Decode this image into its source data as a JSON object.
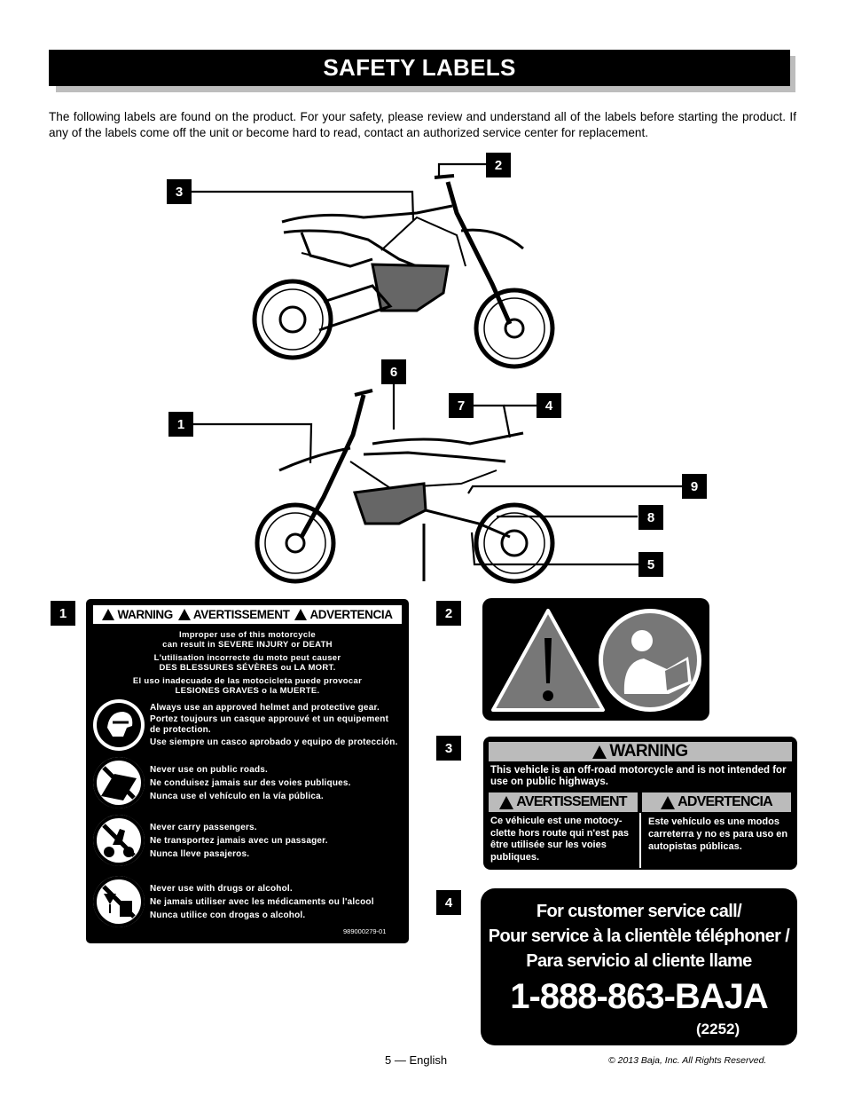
{
  "header": {
    "title": "SAFETY LABELS"
  },
  "intro": "The following labels are found on the product. For your safety, please review and understand all of the labels before starting the product. If any of the labels come off the unit or become hard to read, contact an authorized service center for replacement.",
  "callouts": {
    "top": [
      "3",
      "2"
    ],
    "bottom": [
      "6",
      "1",
      "7",
      "4",
      "9",
      "8",
      "5"
    ]
  },
  "label1": {
    "number": "1",
    "header": {
      "warning": "WARNING",
      "avertissement": "AVERTISSEMENT",
      "advertencia": "ADVERTENCIA"
    },
    "intro_en": [
      "Improper use of this motorcycle",
      "can result in SEVERE INJURY or DEATH"
    ],
    "intro_fr": [
      "L'utilisation incorrecte du moto peut causer",
      "DES BLESSURES SÉVÈRES ou LA MORT."
    ],
    "intro_es": [
      "El uso inadecuado de las motocicleta puede provocar",
      "LESIONES GRAVES o la MUERTE."
    ],
    "items": [
      {
        "icon": "helmet-icon",
        "lines": [
          "Always use an approved helmet and protective gear.",
          "Portez toujours un casque approuvé et un equipement",
          "de protection.",
          "Use siempre un casco aprobado y equipo de protección."
        ]
      },
      {
        "icon": "no-public-roads-icon",
        "lines": [
          "Never use on public roads.",
          "Ne conduisez jamais sur des voies publiques.",
          "Nunca use el vehículo en la vía pública."
        ]
      },
      {
        "icon": "no-passengers-icon",
        "lines": [
          "Never carry passengers.",
          "Ne transportez jamais avec un passager.",
          "Nunca lleve pasajeros."
        ]
      },
      {
        "icon": "no-drugs-alcohol-icon",
        "lines": [
          "Never use with drugs or alcohol.",
          "Ne jamais utiliser avec les médicaments ou l'alcool",
          "Nunca utilice con drogas o alcohol."
        ]
      }
    ],
    "part_number": "989000279-01"
  },
  "label2": {
    "number": "2",
    "icons": [
      "warning-triangle-icon",
      "read-manual-icon"
    ]
  },
  "label3": {
    "number": "3",
    "warning": "WARNING",
    "warning_text": "This vehicle is an off-road motorcycle and is not intended for use on public highways.",
    "avertissement": "AVERTISSEMENT",
    "advertencia": "ADVERTENCIA",
    "fr_text": "Ce véhicule est une motocy-clette hors route qui n'est pas être utilisée sur les voies publiques.",
    "es_text": "Este vehículo es une modos carreterra y no es para uso en autopistas públicas."
  },
  "label4": {
    "number": "4",
    "lines": [
      "For customer service call/",
      "Pour service à la clientèle téléphoner /",
      "Para servicio al cliente llame"
    ],
    "phone": "1-888-863-BAJA",
    "phone_digits": "(2252)"
  },
  "footer": {
    "page": "5 — English",
    "copyright": "© 2013 Baja, Inc. All Rights Reserved."
  }
}
